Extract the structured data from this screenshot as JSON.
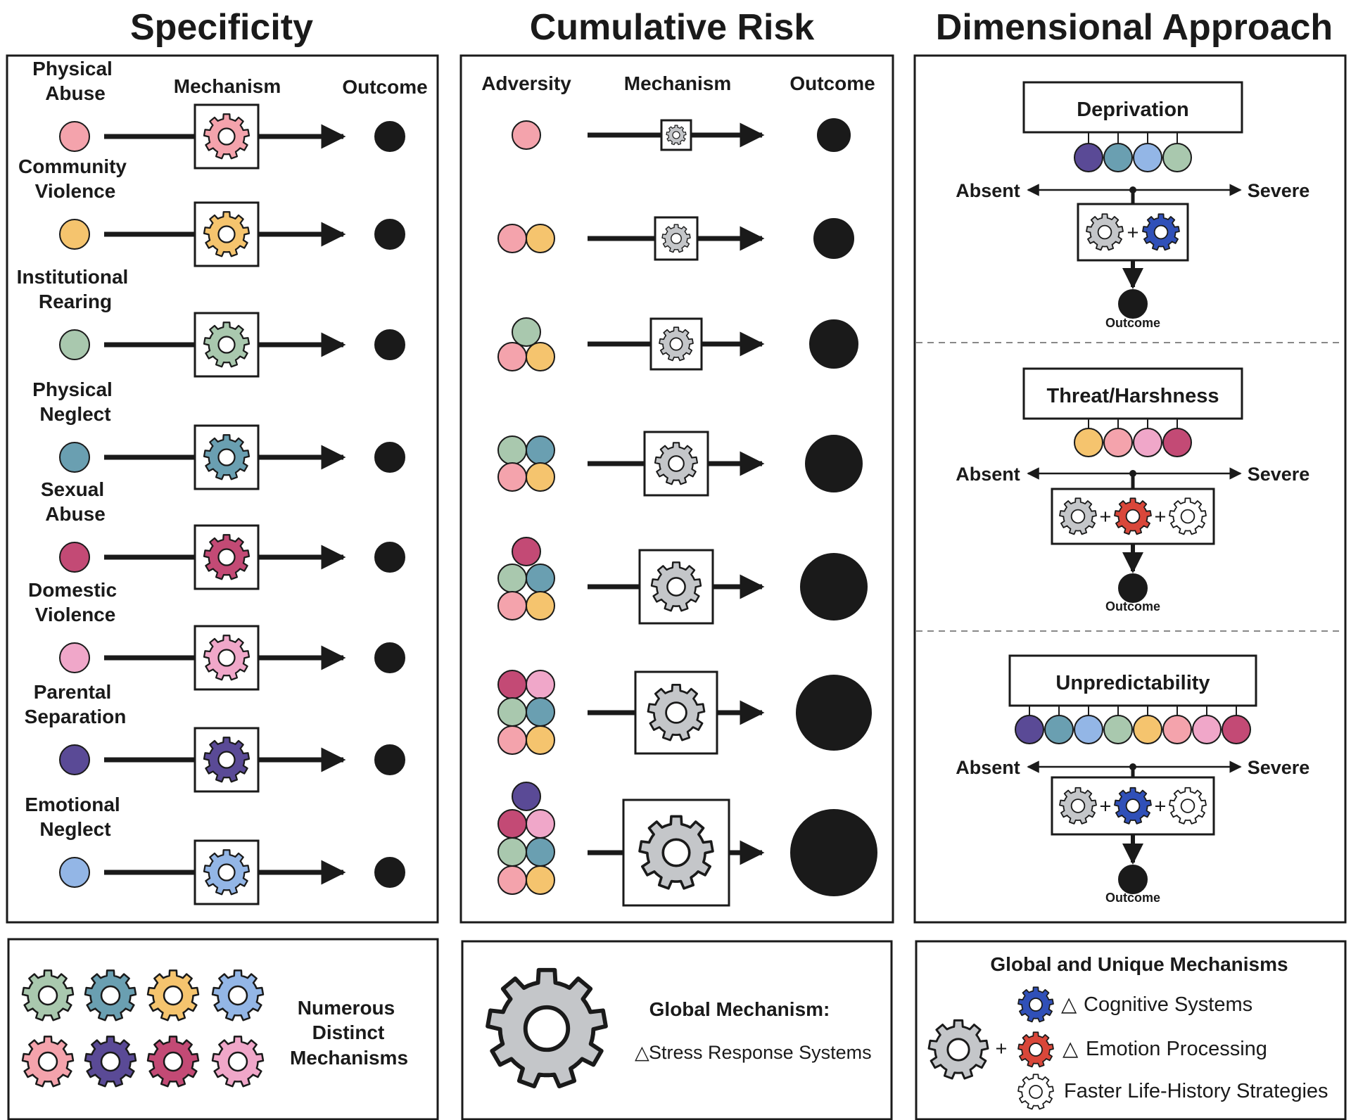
{
  "colors": {
    "physical_abuse": "#f4a3ac",
    "community_violence": "#f5c46e",
    "institutional_rearing": "#a9c8ae",
    "physical_neglect": "#6a9fb1",
    "sexual_abuse": "#c34a75",
    "domestic_violence": "#f0a7c9",
    "parental_separation": "#5a4a96",
    "emotional_neglect": "#93b6e6",
    "global_gear": "#c4c6c9",
    "cognitive_gear": "#3050b8",
    "emotion_gear": "#d9473a",
    "life_history_gear": "#ffffff",
    "ink": "#1a1a1a",
    "dashed_divider": "#888888"
  },
  "specificity": {
    "title": "Specificity",
    "headers": {
      "mechanism": "Mechanism",
      "outcome": "Outcome"
    },
    "rows": [
      {
        "label1": "Physical",
        "label2": "Abuse",
        "color": "#f4a3ac",
        "icon": "gear-icon"
      },
      {
        "label1": "Community",
        "label2": "Violence",
        "color": "#f5c46e",
        "icon": "gear-icon"
      },
      {
        "label1": "Institutional",
        "label2": "Rearing",
        "color": "#a9c8ae",
        "icon": "gear-icon"
      },
      {
        "label1": "Physical",
        "label2": "Neglect",
        "color": "#6a9fb1",
        "icon": "gear-icon"
      },
      {
        "label1": "Sexual",
        "label2": "Abuse",
        "color": "#c34a75",
        "icon": "gear-icon"
      },
      {
        "label1": "Domestic",
        "label2": "Violence",
        "color": "#f0a7c9",
        "icon": "gear-icon"
      },
      {
        "label1": "Parental",
        "label2": "Separation",
        "color": "#5a4a96",
        "icon": "gear-icon"
      },
      {
        "label1": "Emotional",
        "label2": "Neglect",
        "color": "#93b6e6",
        "icon": "gear-icon"
      }
    ],
    "legend": {
      "line1": "Numerous",
      "line2": "Distinct",
      "line3": "Mechanisms"
    }
  },
  "cumulative": {
    "title": "Cumulative Risk",
    "headers": {
      "adversity": "Adversity",
      "mechanism": "Mechanism",
      "outcome": "Outcome"
    },
    "rows": [
      {
        "adversity_count": 1
      },
      {
        "adversity_count": 2
      },
      {
        "adversity_count": 3
      },
      {
        "adversity_count": 4
      },
      {
        "adversity_count": 5
      },
      {
        "adversity_count": 6
      },
      {
        "adversity_count": 7
      }
    ],
    "legend": {
      "title": "Global Mechanism:",
      "delta": "△",
      "item": "Stress Response Systems"
    }
  },
  "dimensional": {
    "title": "Dimensional Approach",
    "sections": [
      {
        "name": "Deprivation",
        "absent": "Absent",
        "severe": "Severe",
        "outcome": "Outcome",
        "plus": "+",
        "colors": [
          "#5a4a96",
          "#6a9fb1",
          "#93b6e6",
          "#a9c8ae"
        ],
        "gears": [
          "#c4c6c9",
          "#3050b8"
        ]
      },
      {
        "name": "Threat/Harshness",
        "absent": "Absent",
        "severe": "Severe",
        "outcome": "Outcome",
        "plus": "+",
        "colors": [
          "#f5c46e",
          "#f4a3ac",
          "#f0a7c9",
          "#c34a75"
        ],
        "gears": [
          "#c4c6c9",
          "#d9473a",
          "#ffffff"
        ]
      },
      {
        "name": "Unpredictability",
        "absent": "Absent",
        "severe": "Severe",
        "outcome": "Outcome",
        "plus": "+",
        "colors": [
          "#5a4a96",
          "#6a9fb1",
          "#93b6e6",
          "#a9c8ae",
          "#f5c46e",
          "#f4a3ac",
          "#f0a7c9",
          "#c34a75"
        ],
        "gears": [
          "#c4c6c9",
          "#3050b8",
          "#ffffff"
        ]
      }
    ],
    "legend": {
      "title": "Global and Unique Mechanisms",
      "plus": "+",
      "delta": "△",
      "items": [
        "Cognitive Systems",
        "Emotion Processing",
        "Faster Life-History Strategies"
      ]
    }
  }
}
